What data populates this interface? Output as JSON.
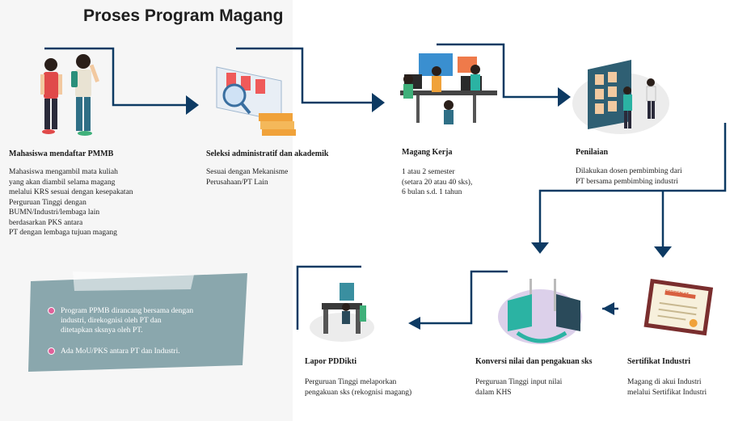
{
  "title": "Proses Program Magang",
  "steps": [
    {
      "title": "Mahasiswa mendaftar PMMB",
      "desc": "Mahasiswa mengambil mata kuliah\nyang akan diambil selama magang\nmelalui KRS sesuai dengan kesepakatan\nPerguruan Tinggi dengan\nBUMN/Industri/lembaga lain\nberdasarkan PKS antara\nPT dengan lembaga tujuan magang"
    },
    {
      "title": "Seleksi administratif dan akademik",
      "desc": "Sesuai dengan Mekanisme\nPerusahaan/PT Lain"
    },
    {
      "title": "Magang Kerja",
      "desc": "1 atau 2 semester\n(setara 20 atau 40 sks),\n6 bulan s.d. 1 tahun"
    },
    {
      "title": "Penilaian",
      "desc": "Dilakukan dosen pembimbing dari\nPT bersama pembimbing industri"
    },
    {
      "title": "Sertifikat Industri",
      "desc": "Magang di akui Industri\nmelalui Sertifikat Industri"
    },
    {
      "title": "Konversi nilai dan pengakuan sks",
      "desc": "Perguruan Tinggi input nilai\ndalam KHS"
    },
    {
      "title": "Lapor PDDikti",
      "desc": "Perguruan Tinggi melaporkan\npengakuan sks (rekognisi magang)"
    }
  ],
  "notes": [
    "Program PPMB dirancang bersama dengan\nindustri, direkognisi oleh PT dan\nditetapkan sksnya oleh PT.",
    "Ada MoU/PKS antara PT dan Industri."
  ],
  "certificate_text": "SERTIFIKAT",
  "colors": {
    "arrow": "#0d3a63",
    "note_box": "#8aa7ad",
    "bullet": "#e0609a",
    "accent_orange": "#f0a23a",
    "accent_teal": "#2bb3a3"
  }
}
